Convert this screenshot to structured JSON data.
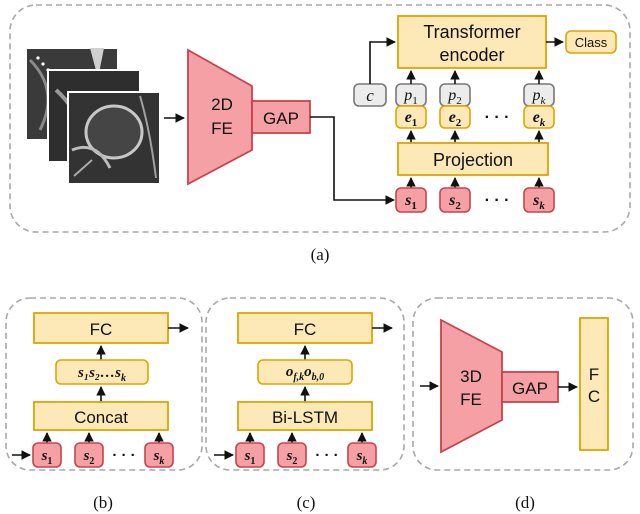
{
  "colors": {
    "orange_fill": "#fde8b8",
    "orange_stroke": "#e0a400",
    "red_fill": "#f4a0a5",
    "red_stroke": "#c8434c",
    "gray_fill": "#ececec",
    "gray_stroke": "#777777",
    "dash": "#a8a8a8",
    "ink": "#111111"
  },
  "panel_a": {
    "caption": "(a)",
    "fe_label_top": "2D",
    "fe_label_bottom": "FE",
    "gap_label": "GAP",
    "transformer_line1": "Transformer",
    "transformer_line2": "encoder",
    "class_label": "Class",
    "cls_token": "c",
    "pos_tokens": [
      {
        "base": "p",
        "sub": "1"
      },
      {
        "base": "p",
        "sub": "2"
      },
      {
        "base": "p",
        "sub": "k"
      }
    ],
    "emb_tokens": [
      {
        "base": "e",
        "sub": "1"
      },
      {
        "base": "e",
        "sub": "2"
      },
      {
        "base": "e",
        "sub": "k"
      }
    ],
    "slice_tokens": [
      {
        "base": "s",
        "sub": "1"
      },
      {
        "base": "s",
        "sub": "2"
      },
      {
        "base": "s",
        "sub": "k"
      }
    ],
    "projection_label": "Projection",
    "ellipsis": "· · ·"
  },
  "panel_b": {
    "caption": "(b)",
    "fc_label": "FC",
    "concat_out": "s₁s₂…s",
    "concat_out_sub": "k",
    "concat_label": "Concat",
    "slice_tokens": [
      {
        "base": "s",
        "sub": "1"
      },
      {
        "base": "s",
        "sub": "2"
      },
      {
        "base": "s",
        "sub": "k"
      }
    ],
    "ellipsis": "· · ·"
  },
  "panel_c": {
    "caption": "(c)",
    "fc_label": "FC",
    "lstm_out_a": "o",
    "lstm_out_a_sub": "f,k",
    "lstm_out_b": "o",
    "lstm_out_b_sub": "b,0",
    "lstm_label": "Bi-LSTM",
    "slice_tokens": [
      {
        "base": "s",
        "sub": "1"
      },
      {
        "base": "s",
        "sub": "2"
      },
      {
        "base": "s",
        "sub": "k"
      }
    ],
    "ellipsis": "· · ·"
  },
  "panel_d": {
    "caption": "(d)",
    "fe_label_top": "3D",
    "fe_label_bottom": "FE",
    "gap_label": "GAP",
    "fc_letter_1": "F",
    "fc_letter_2": "C"
  }
}
